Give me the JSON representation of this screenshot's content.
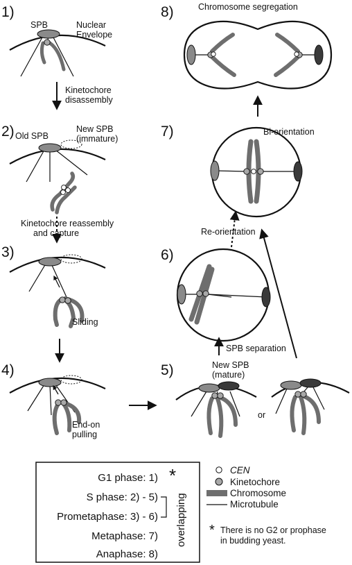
{
  "steps": [
    {
      "number": "1)"
    },
    {
      "number": "2)"
    },
    {
      "number": "3)"
    },
    {
      "number": "4)"
    },
    {
      "number": "5)"
    },
    {
      "number": "6)"
    },
    {
      "number": "7)"
    },
    {
      "number": "8)"
    }
  ],
  "labels": {
    "spb": "SPB",
    "nuclear_envelope_1": "Nuclear",
    "nuclear_envelope_2": "Envelope",
    "kinetochore_disassembly_1": "Kinetochore",
    "kinetochore_disassembly_2": "disassembly",
    "old_spb": "Old SPB",
    "new_spb_immature_1": "New SPB",
    "new_spb_immature_2": "(immature)",
    "reassembly_1": "Kinetochore reassembly",
    "reassembly_2": "and capture",
    "sliding": "Sliding",
    "end_on_1": "End-on",
    "end_on_2": "pulling",
    "new_spb_mature_1": "New SPB",
    "new_spb_mature_2": "(mature)",
    "or": "or",
    "spb_separation": "SPB separation",
    "reorientation": "Re-orientation",
    "biorientation": "Bi-orientation",
    "chromosome_segregation": "Chromosome segregation"
  },
  "phases": [
    {
      "text": "G1 phase: 1)"
    },
    {
      "text": "S phase: 2) - 5)"
    },
    {
      "text": "Prometaphase: 3) - 6)"
    },
    {
      "text": "Metaphase: 7)"
    },
    {
      "text": "Anaphase: 8)"
    }
  ],
  "overlapping": "overlapping",
  "asterisk": "*",
  "legend": [
    {
      "text": "CEN",
      "icon": "cen-circle-icon"
    },
    {
      "text": "Kinetochore",
      "icon": "kinetochore-circle-icon"
    },
    {
      "text": "Chromosome",
      "icon": "chromosome-bar-icon"
    },
    {
      "text": "Microtubule",
      "icon": "microtubule-line-icon"
    }
  ],
  "footnote": {
    "line1": "There is no G2 or prophase",
    "line2": "in budding yeast."
  },
  "colors": {
    "spb": "#8a8a8a",
    "new_spb": "#3a3a3a",
    "chromosome": "#6e6e6e",
    "kinetochore": "#a8a8a8",
    "cen": "#ffffff",
    "line": "#111111"
  }
}
